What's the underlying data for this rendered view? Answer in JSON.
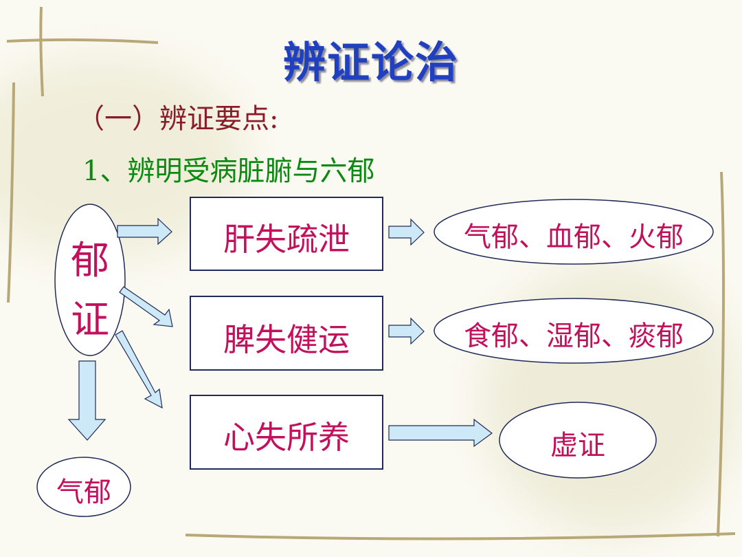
{
  "title": "辨证论治",
  "section_heading": "（一）辨证要点:",
  "subheading": "1、辨明受病脏腑与六郁",
  "diagram": {
    "root": {
      "line1": "郁",
      "line2": "证"
    },
    "causes": [
      "肝失疏泄",
      "脾失健运",
      "心失所养"
    ],
    "results": [
      "气郁、血郁、火郁",
      "食郁、湿郁、痰郁",
      "虚证"
    ],
    "bottom_result": "气郁"
  },
  "colors": {
    "title": "#2040c0",
    "heading": "#8a1c2a",
    "subheading": "#0a8a10",
    "node_text": "#c3105c",
    "arrow_fill": "#cde8f7",
    "outline": "#1e2a5a"
  }
}
